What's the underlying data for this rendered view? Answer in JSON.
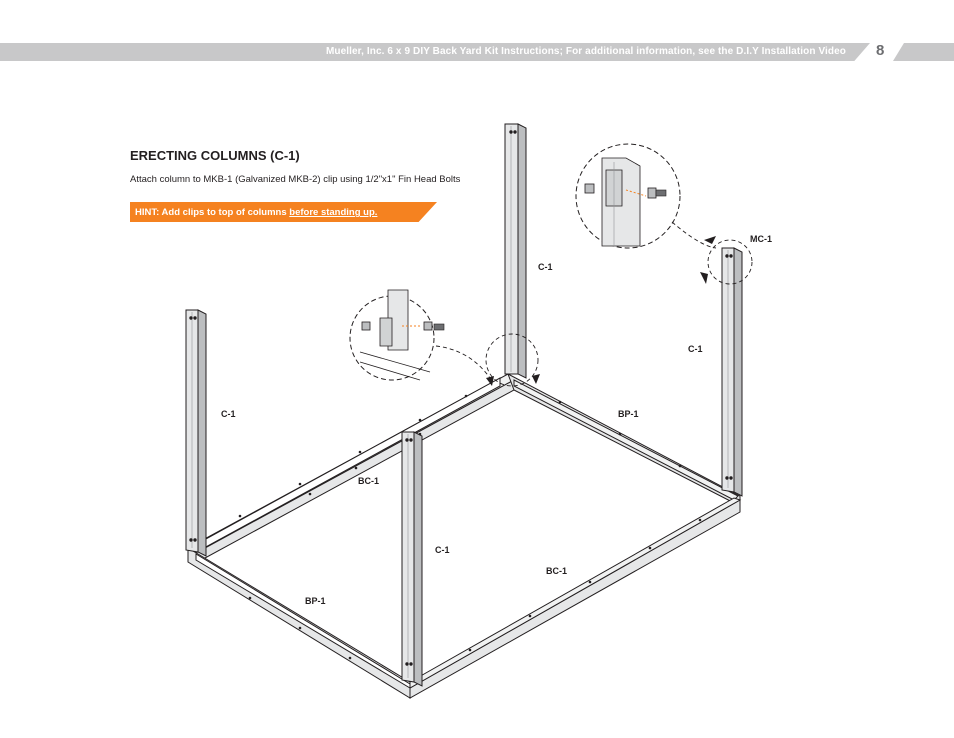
{
  "header": {
    "title": "Mueller, Inc. 6 x 9 DIY Back Yard Kit Instructions; For additional information, see the D.I.Y Installation Video",
    "page_number": "8"
  },
  "section": {
    "title": "ERECTING COLUMNS (C-1)",
    "instruction": "Attach column to MKB-1 (Galvanized MKB-2) clip using 1/2\"x1\" Fin Head Bolts",
    "hint_prefix": "HINT: Add clips to top of columns ",
    "hint_emphasis": "before standing up."
  },
  "diagram": {
    "labels": {
      "c1_back": "C-1",
      "c1_right": "C-1",
      "c1_left": "C-1",
      "c1_front": "C-1",
      "mc1": "MC-1",
      "bp1_right": "BP-1",
      "bc1_left": "BC-1",
      "bc1_front": "BC-1",
      "bp1_front": "BP-1"
    },
    "colors": {
      "hint": "#f58220",
      "header": "#c8c8c9",
      "steel": "#e6e7e8",
      "outline": "#231f20"
    }
  }
}
